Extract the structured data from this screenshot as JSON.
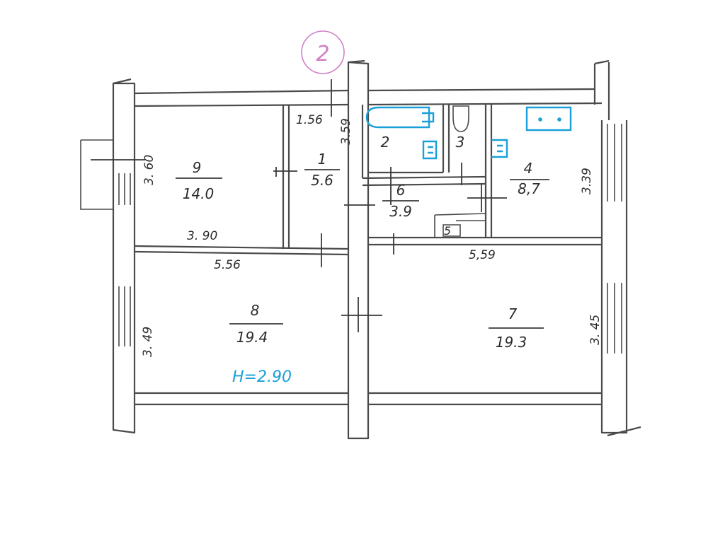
{
  "stamp": {
    "label": "2"
  },
  "rooms": [
    {
      "id": "9",
      "number": "9",
      "area": "14.0"
    },
    {
      "id": "1",
      "number": "1",
      "area": "5.6"
    },
    {
      "id": "2",
      "number": "2"
    },
    {
      "id": "3",
      "number": "3"
    },
    {
      "id": "4",
      "number": "4",
      "area": "8,7"
    },
    {
      "id": "6",
      "number": "6",
      "area": "3.9"
    },
    {
      "id": "5",
      "number": "5"
    },
    {
      "id": "8",
      "number": "8",
      "area": "19.4"
    },
    {
      "id": "7",
      "number": "7",
      "area": "19.3"
    }
  ],
  "dimensions": {
    "balcony_depth": "3. 60",
    "room1_width": "1.56",
    "room1_depth": "3.59",
    "room9_width": "3. 90",
    "room8_width": "5.56",
    "room8_depth": "3. 49",
    "room4_depth": "3.39",
    "room7_width": "5,59",
    "room7_depth": "3. 45"
  },
  "ceiling_height": "H=2.90",
  "colors": {
    "walls": "#4a4a4a",
    "fixtures": "#1aa0d8",
    "stamp": "#d080c8",
    "text": "#2c2c2c"
  }
}
